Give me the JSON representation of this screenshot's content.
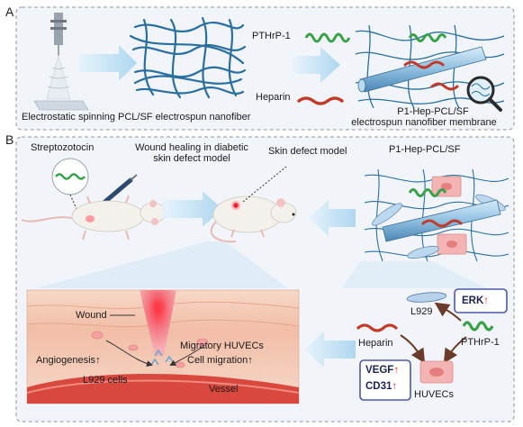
{
  "panel_a": {
    "letter": "A",
    "caption_left": "Electrostatic spinning PCL/SF electrospun nanofiber",
    "pthrp": "PTHrP-1",
    "heparin": "Heparin",
    "membrane_title": "P1-Hep-PCL/SF",
    "membrane_subtitle": "electrospun nanofiber membrane"
  },
  "panel_b": {
    "letter": "B",
    "streptozotocin": "Streptozotocin",
    "model_title": "Wound healing in diabetic skin defect model",
    "skin_defect": "Skin defect model",
    "material": "P1-Hep-PCL/SF",
    "wound": "Wound",
    "angiogenesis": "Angiogenesis",
    "l929_cells": "L929 cells",
    "migratory": "Migratory HUVECs",
    "cell_migration": "Cell migration",
    "vessel": "Vessel",
    "l929": "L929",
    "erk": "ERK",
    "heparin": "Heparin",
    "pthrp": "PTHrP-1",
    "vegf": "VEGF",
    "cd31": "CD31",
    "huvecs": "HUVECs",
    "up_arrow": "↑"
  },
  "colors": {
    "panel_bg": "#f1f5fa",
    "dash": "#8a93a6",
    "flow_arrow": "#bfe0f3",
    "fiber": "#2a6f9e",
    "helix": "#3aa04a",
    "heparin": "#c23b2a",
    "skin": "#f3c7b0",
    "box_border": "#4b5aa5"
  }
}
